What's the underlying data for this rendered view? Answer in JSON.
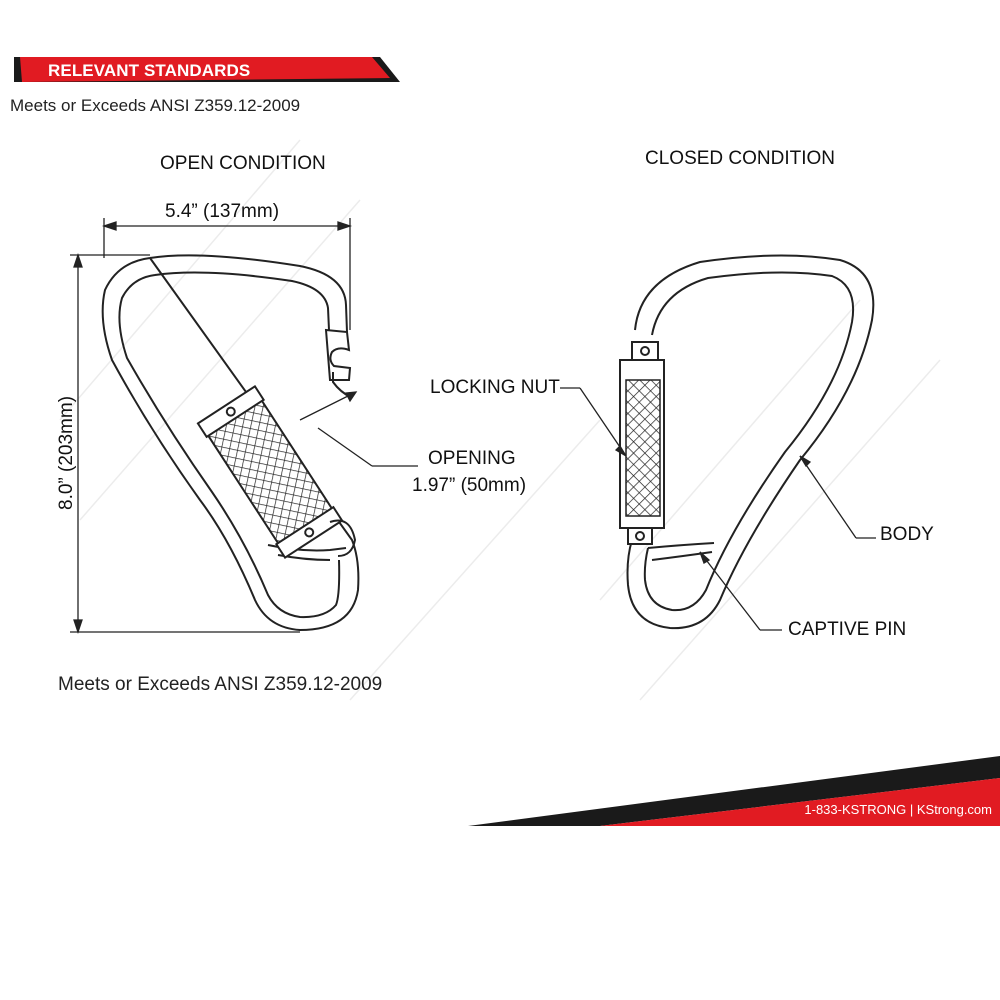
{
  "header": {
    "title": "RELEVANT STANDARDS",
    "accent_color": "#e11b22",
    "dark_color": "#1a1a1a"
  },
  "standards_top": "Meets or Exceeds ANSI Z359.12-2009",
  "open_view": {
    "title": "OPEN CONDITION",
    "width_dim": "5.4” (137mm)",
    "height_dim": "8.0” (203mm)",
    "opening_label": "OPENING",
    "opening_value": "1.97” (50mm)"
  },
  "closed_view": {
    "title": "CLOSED CONDITION",
    "locking_nut_label": "LOCKING NUT",
    "body_label": "BODY",
    "captive_pin_label": "CAPTIVE PIN"
  },
  "standards_bottom": "Meets or Exceeds ANSI Z359.12-2009",
  "footer": {
    "contact": "1-833-KSTRONG | KStrong.com"
  }
}
